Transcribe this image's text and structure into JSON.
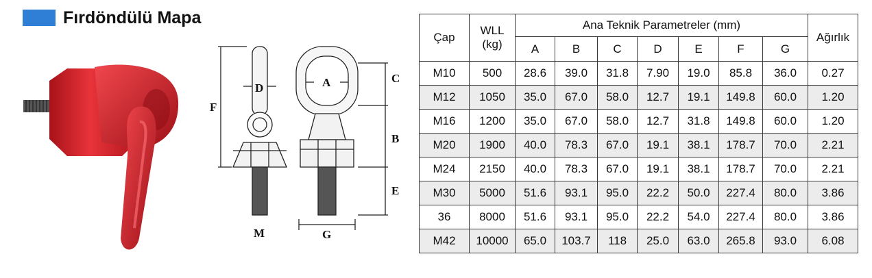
{
  "title": "Fırdöndülü Mapa",
  "colors": {
    "title_square": "#2f7fd6",
    "product_red": "#d81f26",
    "row_shade": "#ececec"
  },
  "drawing": {
    "labels": {
      "F": "F",
      "D": "D",
      "M": "M",
      "A": "A",
      "C": "C",
      "B": "B",
      "E": "E",
      "G": "G"
    }
  },
  "table": {
    "headers": {
      "cap": "Çap",
      "wll_line1": "WLL",
      "wll_line2": "(kg)",
      "group": "Ana Teknik Parametreler (mm)",
      "weight": "Ağırlık",
      "params": [
        "A",
        "B",
        "C",
        "D",
        "E",
        "F",
        "G"
      ]
    },
    "rows": [
      [
        "M10",
        "500",
        "28.6",
        "39.0",
        "31.8",
        "7.90",
        "19.0",
        "85.8",
        "36.0",
        "0.27"
      ],
      [
        "M12",
        "1050",
        "35.0",
        "67.0",
        "58.0",
        "12.7",
        "19.1",
        "149.8",
        "60.0",
        "1.20"
      ],
      [
        "M16",
        "1200",
        "35.0",
        "67.0",
        "58.0",
        "12.7",
        "31.8",
        "149.8",
        "60.0",
        "1.20"
      ],
      [
        "M20",
        "1900",
        "40.0",
        "78.3",
        "67.0",
        "19.1",
        "38.1",
        "178.7",
        "70.0",
        "2.21"
      ],
      [
        "M24",
        "2150",
        "40.0",
        "78.3",
        "67.0",
        "19.1",
        "38.1",
        "178.7",
        "70.0",
        "2.21"
      ],
      [
        "M30",
        "5000",
        "51.6",
        "93.1",
        "95.0",
        "22.2",
        "50.0",
        "227.4",
        "80.0",
        "3.86"
      ],
      [
        "36",
        "8000",
        "51.6",
        "93.1",
        "95.0",
        "22.2",
        "54.0",
        "227.4",
        "80.0",
        "3.86"
      ],
      [
        "M42",
        "10000",
        "65.0",
        "103.7",
        "118",
        "25.0",
        "63.0",
        "265.8",
        "93.0",
        "6.08"
      ]
    ]
  }
}
